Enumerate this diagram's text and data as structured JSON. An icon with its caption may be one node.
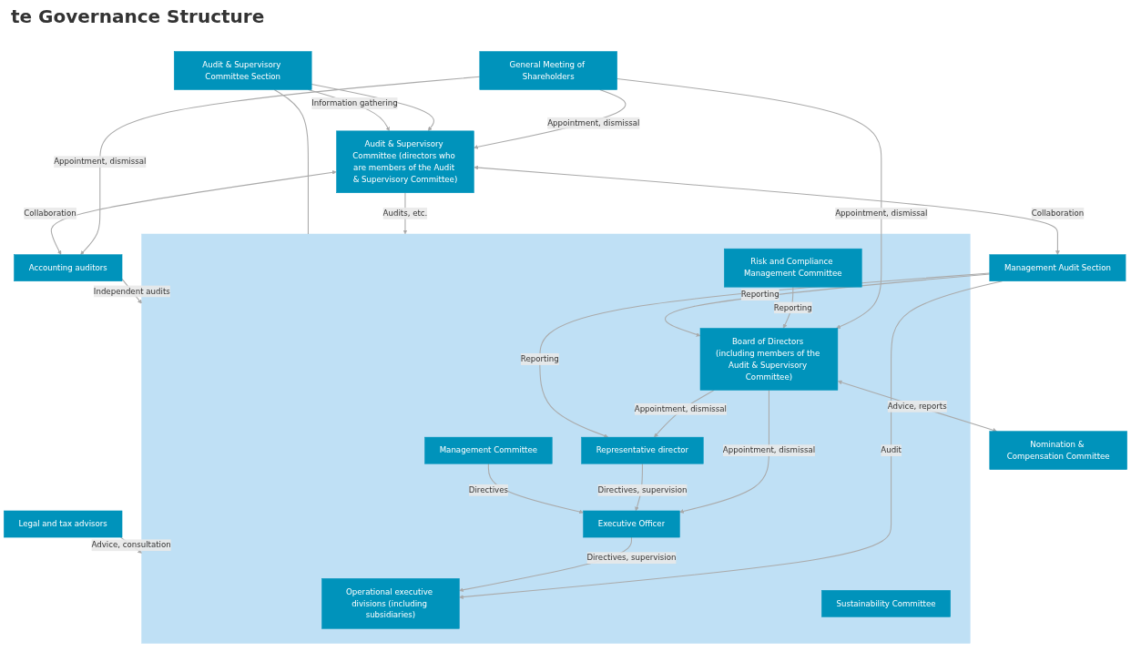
{
  "diagram": {
    "title": "te Governance Structure",
    "nodes": [
      {
        "text": [
          "General Meeting of Shareholders"
        ]
      },
      {
        "text": [
          "Nomination & Compensation Committee"
        ]
      },
      {
        "text": [],
        "shape": "box"
      },
      {
        "text": [
          "Board of Directors (including members of the Audit & Supervisory Committee)"
        ],
        "in": 2
      },
      {
        "text": [
          "Audit & Supervisory Committee (directors who are members of the Audit & Supervisory Committee)"
        ]
      },
      {
        "text": [
          "Risk and Compliance Management Committee"
        ],
        "in": 2
      },
      {
        "text": [
          "Sustainability Committee"
        ],
        "in": 2
      },
      {
        "text": [
          "Audit & Supervisory Committee Section"
        ]
      },
      {
        "text": [
          "Accounting auditors"
        ]
      },
      {
        "text": [
          "Representative director"
        ],
        "in": 2
      },
      {
        "text": [
          "Management Committee"
        ],
        "in": 2
      },
      {
        "text": [
          "Management Audit Section"
        ]
      },
      {
        "text": [
          "Executive Officer"
        ],
        "in": 2
      },
      {
        "text": [
          "Legal and tax advisors"
        ]
      },
      {
        "text": [
          "Operational executive divisions (including subsidiaries)"
        ],
        "in": 2
      }
    ],
    "edges": [
      {
        "from": 0,
        "to": 3,
        "arrow": "to",
        "label": "Appointment, dismissal"
      },
      {
        "from": 0,
        "to": 4,
        "arrow": "to",
        "label": "Appointment, dismissal"
      },
      {
        "from": 0,
        "to": 8,
        "arrow": "to",
        "label": "Appointment, dismissal"
      },
      {
        "from": 3,
        "to": 1,
        "arrow": "both",
        "label": "Advice, reports"
      },
      {
        "from": 4,
        "to": 2,
        "arrow": "to",
        "label": "Audits, etc."
      },
      {
        "from": 7,
        "to": 2,
        "arrow": "none"
      },
      {
        "from": 7,
        "to": 4,
        "arrow": "to"
      },
      {
        "from": 7,
        "to": 4,
        "arrow": "to",
        "label": "Information gathering"
      },
      {
        "from": 4,
        "to": 11,
        "arrow": "both",
        "label": "Collaboration"
      },
      {
        "from": 4,
        "to": 8,
        "arrow": "both",
        "label": "Collaboration"
      },
      {
        "from": 8,
        "to": 2,
        "arrow": "to",
        "label": "Independent audits"
      },
      {
        "from": 5,
        "to": 3,
        "arrow": "to",
        "label": "Reporting"
      },
      {
        "from": 3,
        "to": 9,
        "arrow": "to",
        "label": "Appointment, dismissal"
      },
      {
        "from": 3,
        "to": 12,
        "arrow": "to",
        "label": "Appointment, dismissal"
      },
      {
        "from": 9,
        "to": 12,
        "arrow": "to",
        "label": "Directives, supervision"
      },
      {
        "from": 10,
        "to": 12,
        "arrow": "to",
        "label": "Directives"
      },
      {
        "from": 11,
        "to": 9,
        "arrow": "to",
        "label": "Reporting"
      },
      {
        "from": 11,
        "to": 3,
        "arrow": "to",
        "label": "Reporting"
      },
      {
        "from": 11,
        "to": 14,
        "arrow": "to",
        "label": "Audit"
      },
      {
        "from": 12,
        "to": 14,
        "arrow": "to",
        "label": "Directives, supervision"
      },
      {
        "from": 13,
        "to": 2,
        "arrow": "to",
        "label": "Advice, consultation"
      }
    ]
  }
}
